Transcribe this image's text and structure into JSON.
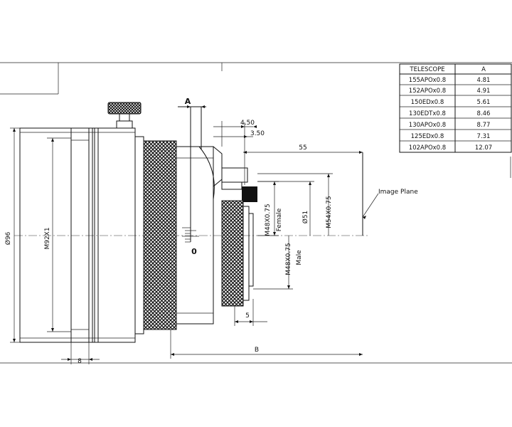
{
  "table": {
    "header": [
      "TELESCOPE",
      "A"
    ],
    "rows": [
      [
        "155APOx0.8",
        "4.81"
      ],
      [
        "152APOx0.8",
        "4.91"
      ],
      [
        "150EDx0.8",
        "5.61"
      ],
      [
        "130EDTx0.8",
        "8.46"
      ],
      [
        "130APOx0.8",
        "8.77"
      ],
      [
        "125EDx0.8",
        "7.31"
      ],
      [
        "102APOx0.8",
        "12.07"
      ]
    ]
  },
  "labels": {
    "dim_a": "A",
    "zero": "0",
    "d450": "4.50",
    "d350": "3.50",
    "d55": "55",
    "image_plane": "Image Plane",
    "d96": "Ø96",
    "m92": "M92X1",
    "m48_female": "M48X0.75",
    "female": "Female",
    "d51": "Ø51",
    "m54": "M54X0.75",
    "m48_male": "M48X0.75",
    "male": "Male",
    "d5": "5",
    "d8": "8",
    "dim_b": "B"
  },
  "colors": {
    "line": "#111111",
    "knurl_fill": "#1a1a1a",
    "background": "#ffffff"
  }
}
